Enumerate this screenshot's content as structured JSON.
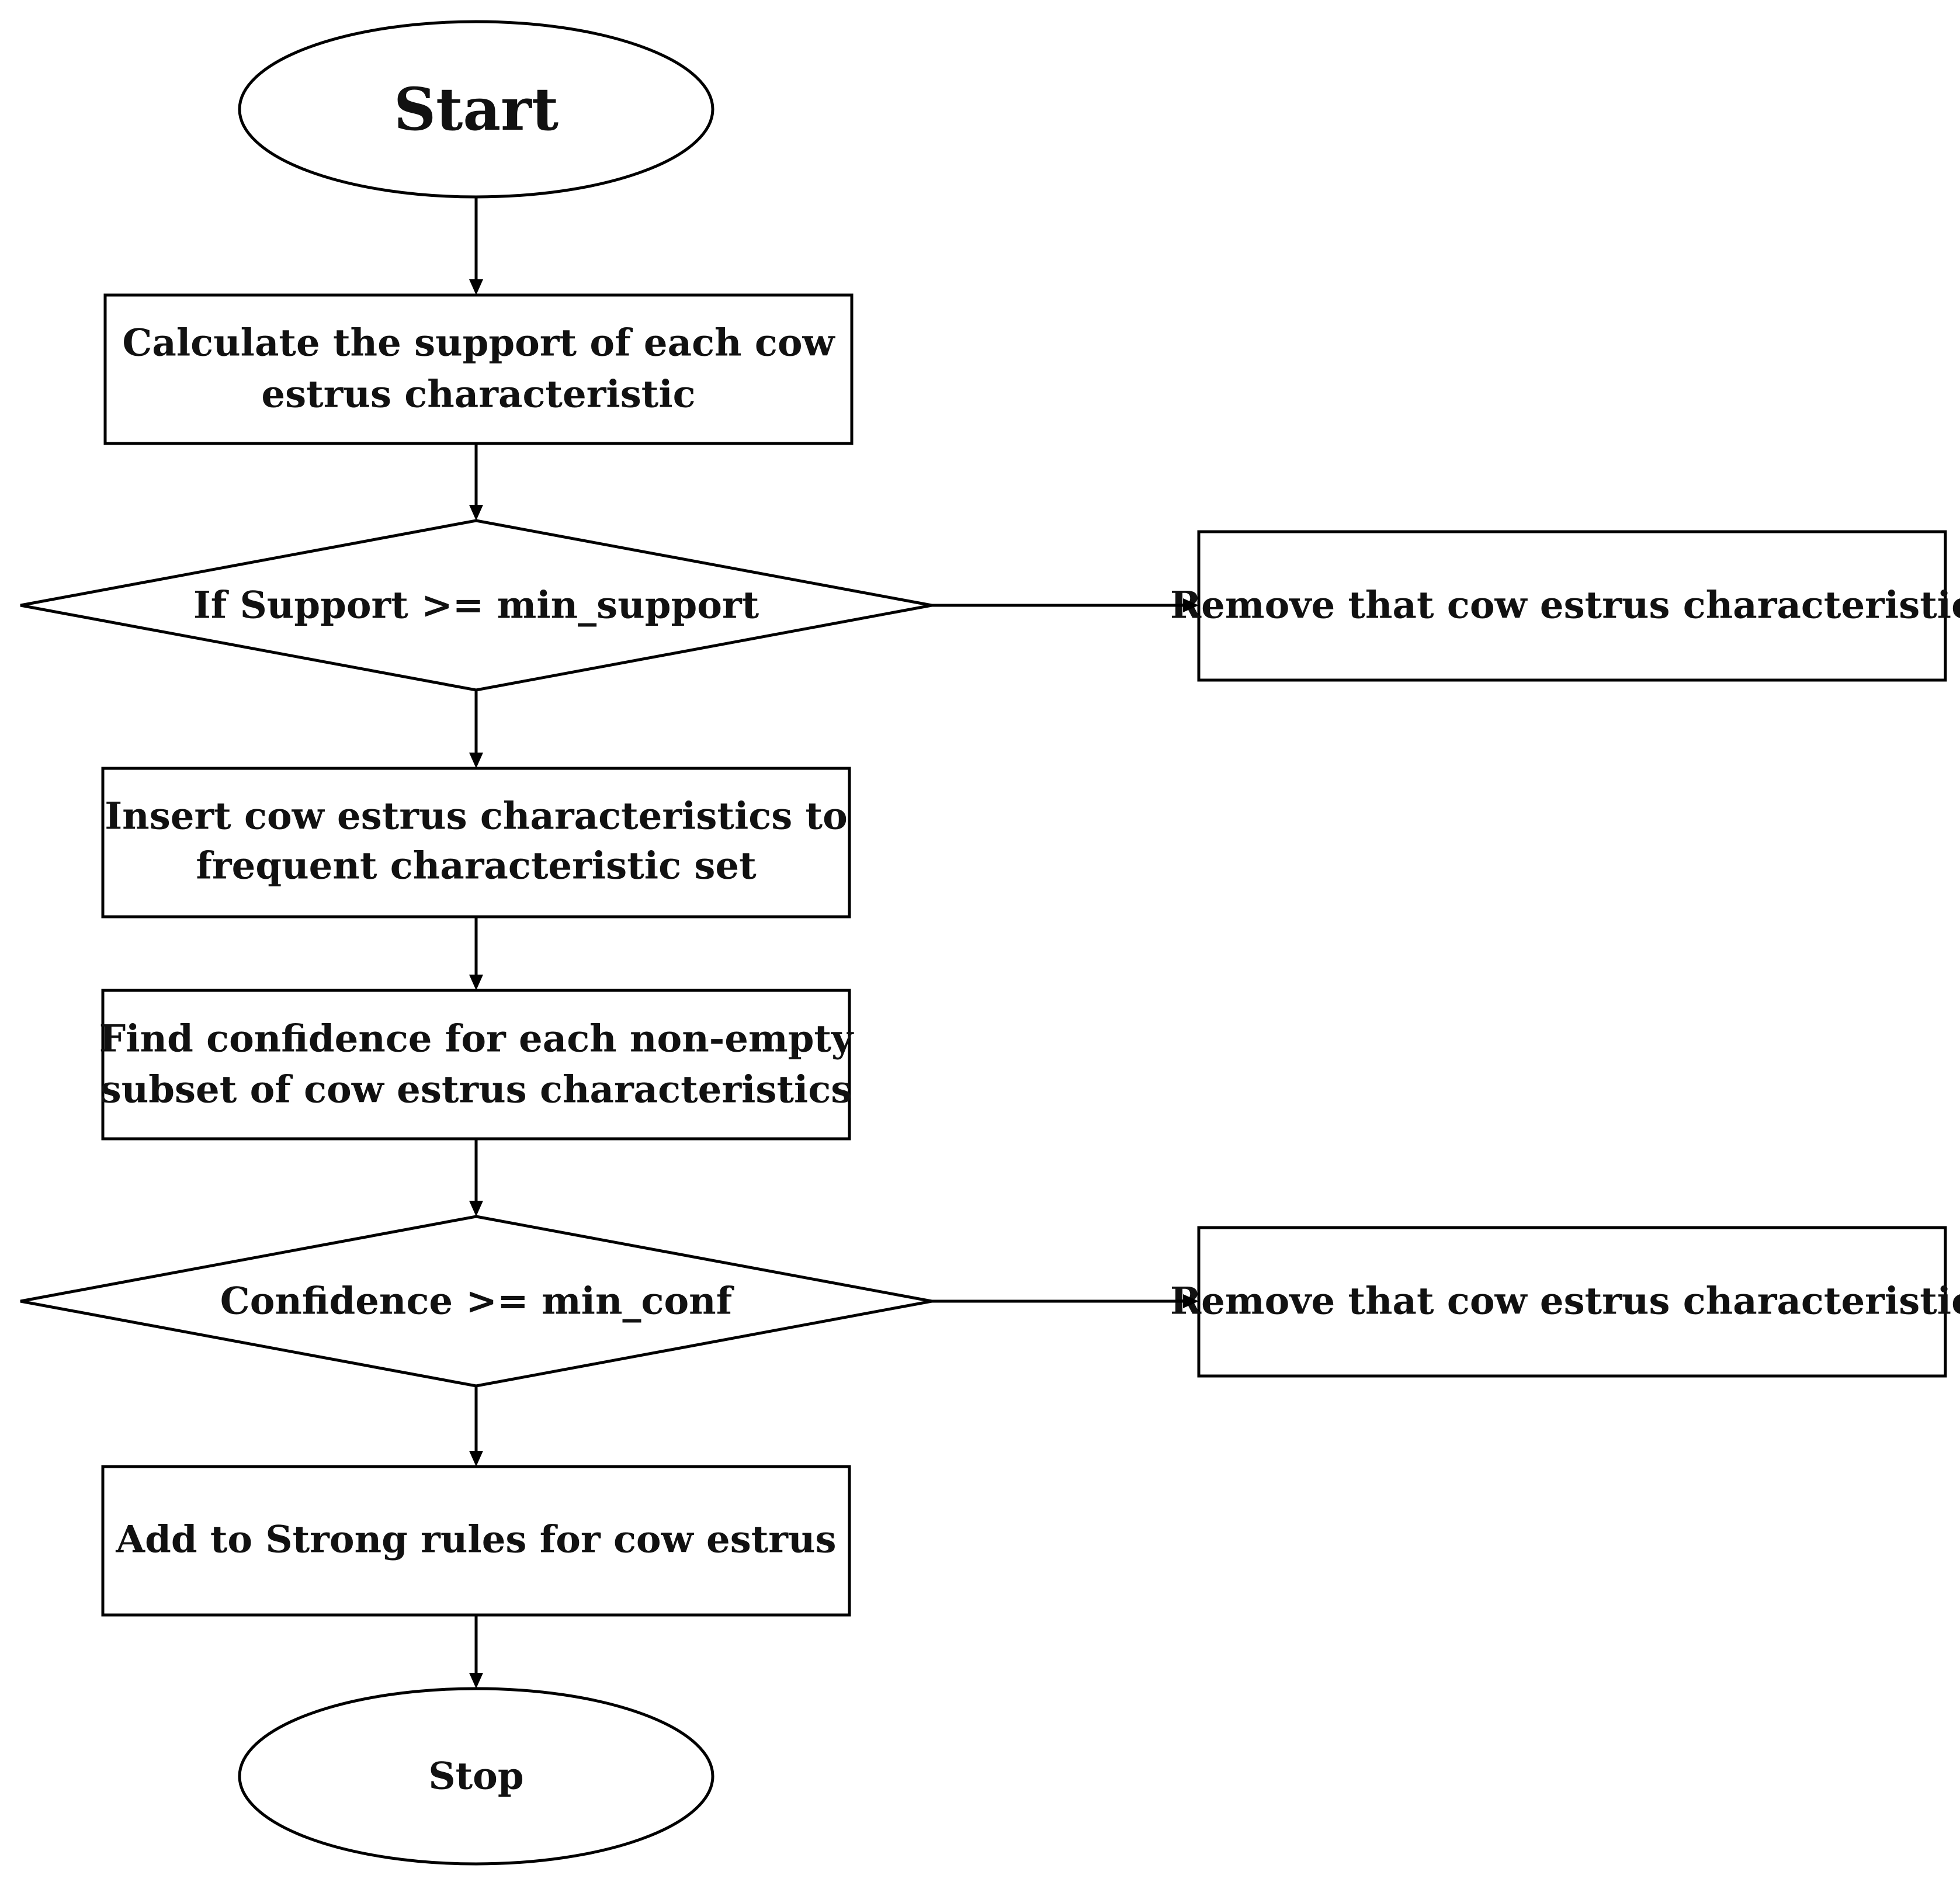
{
  "flowchart": {
    "start": "Start",
    "calc_support": [
      "Calculate the support of each cow",
      "estrus characteristic"
    ],
    "decision_support": "If Support >= min_support",
    "remove_1": "Remove that cow estrus characteristic",
    "insert_frequent": [
      "Insert cow estrus characteristics to",
      "frequent characteristic set"
    ],
    "find_confidence": [
      "Find confidence for each non-empty",
      "subset of cow estrus characteristics"
    ],
    "decision_confidence": "Confidence >= min_conf",
    "remove_2": "Remove that cow estrus characteristic",
    "add_strong": "Add to Strong rules for cow estrus",
    "stop": "Stop"
  }
}
